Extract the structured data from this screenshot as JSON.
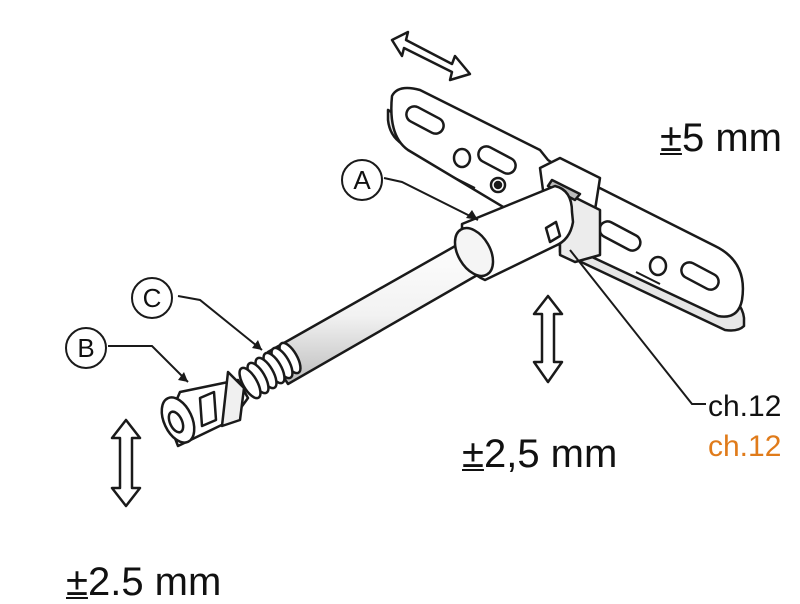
{
  "callouts": {
    "a": "A",
    "b": "B",
    "c": "C"
  },
  "dimensions": {
    "top_right": {
      "sign": "±",
      "value": "5 mm"
    },
    "middle": {
      "sign": "±",
      "value": "2,5 mm"
    },
    "bottom_left": {
      "sign": "±",
      "value": "2.5 mm"
    }
  },
  "wrench": {
    "label_black": "ch.12",
    "label_orange": "ch.12"
  },
  "colors": {
    "line": "#1a1a1a",
    "fill": "#ffffff",
    "shade": "#d9d9d9",
    "accent": "#e07b1a"
  }
}
